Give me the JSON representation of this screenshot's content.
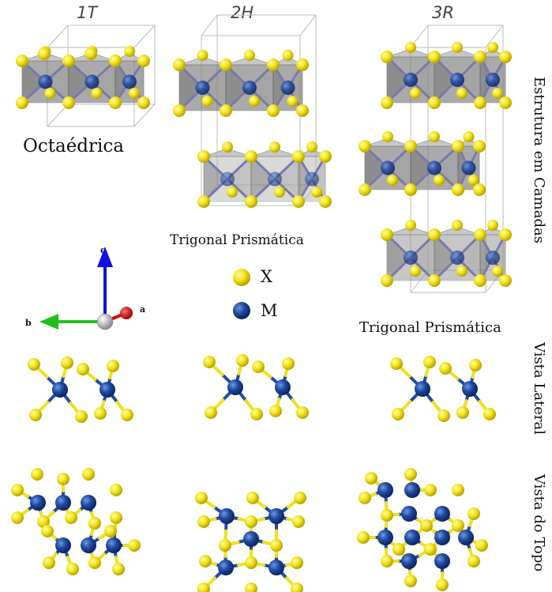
{
  "panels": {
    "t1": {
      "title": "1T",
      "caption": "Octaédrica"
    },
    "t2": {
      "title": "2H",
      "caption": "Trigonal Prismática"
    },
    "t3": {
      "title": "3R",
      "caption": "Trigonal Prismática"
    }
  },
  "legend": {
    "x_label": "X",
    "m_label": "M"
  },
  "axes": {
    "a": "a",
    "b": "b",
    "c": "c"
  },
  "side_labels": {
    "layers": "Estrutura em Camadas",
    "lateral": "Vista Lateral",
    "top": "Vista do Topo"
  },
  "colors": {
    "x_atom": "#f5e61a",
    "m_atom": "#1f4aa0",
    "polyhedron": "#8a8a8a",
    "axis_a": "#d40000",
    "axis_b": "#1fbf1f",
    "axis_c": "#1010e0"
  }
}
